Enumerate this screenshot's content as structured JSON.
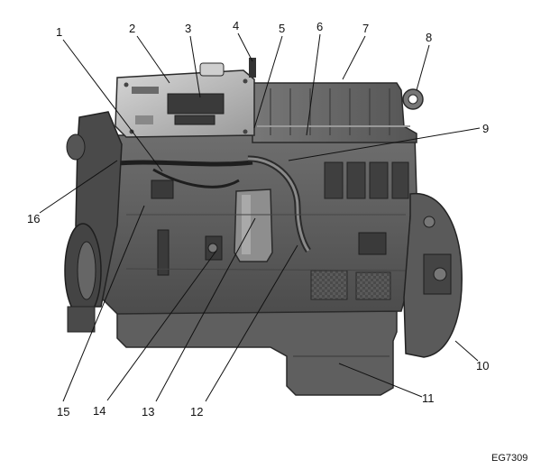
{
  "figure": {
    "id_label": "EG7309",
    "callouts": [
      "1",
      "2",
      "3",
      "4",
      "5",
      "6",
      "7",
      "8",
      "9",
      "10",
      "11",
      "12",
      "13",
      "14",
      "15",
      "16"
    ]
  },
  "colors": {
    "engine_body": "#5b5b5b",
    "engine_dark": "#2f2f2f",
    "engine_light": "#8a8a8a",
    "highlight": "#bdbdbd",
    "line": "#111111"
  }
}
